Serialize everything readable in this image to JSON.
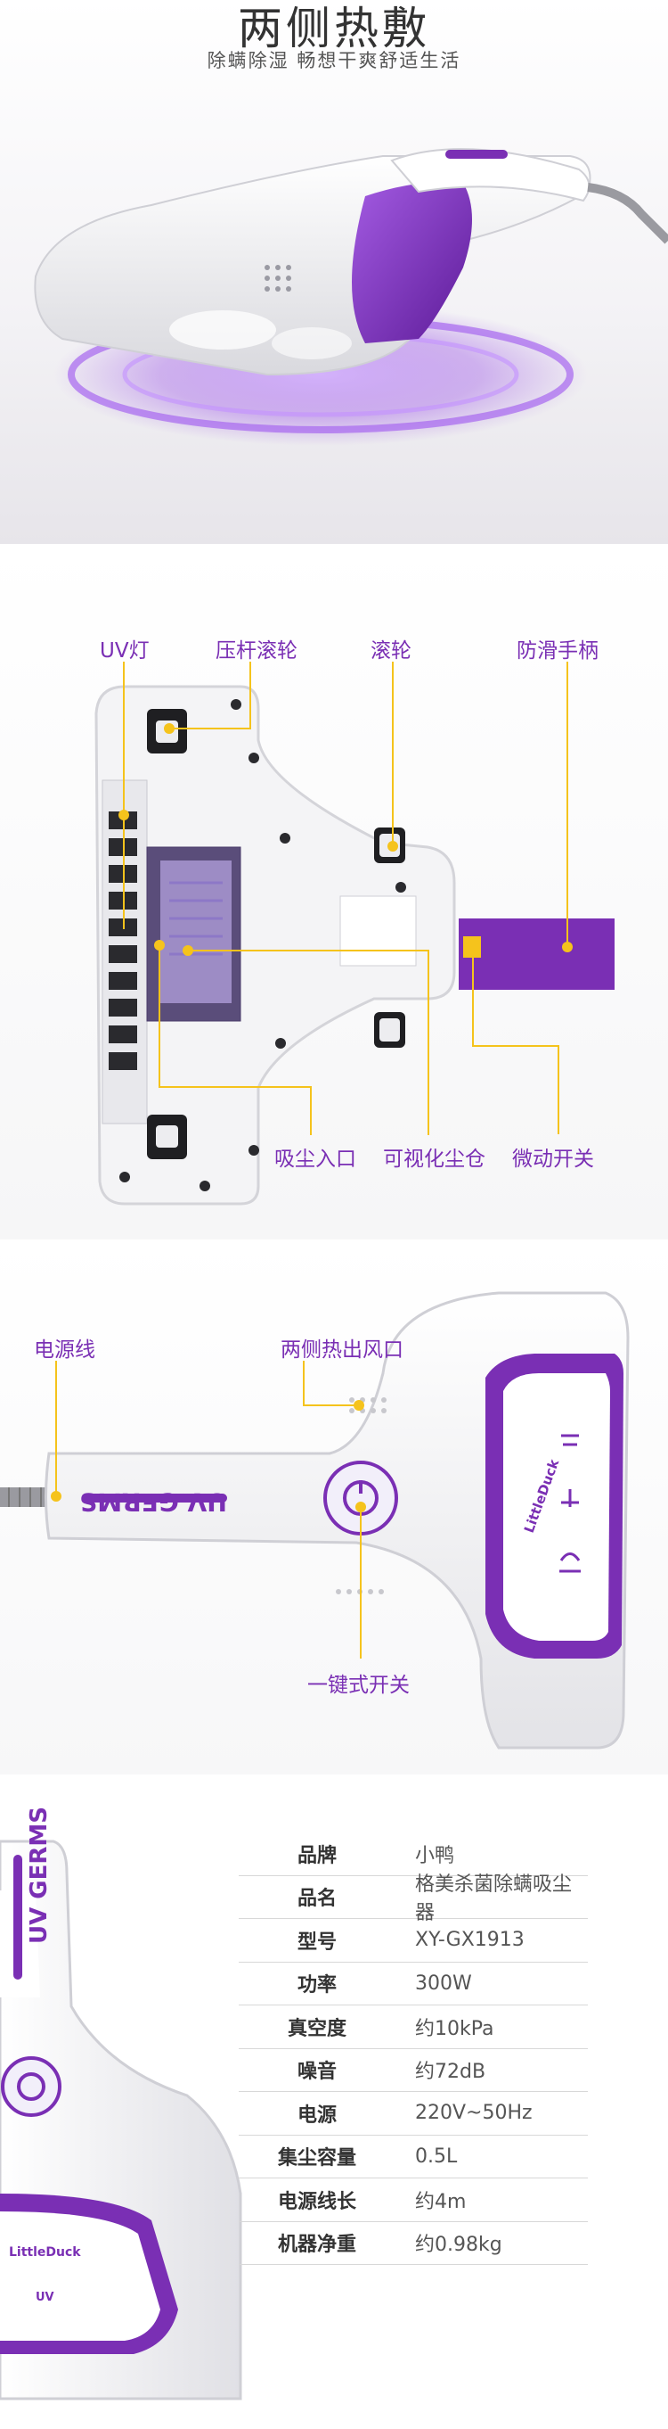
{
  "hero": {
    "title": "两侧热敷",
    "subtitle": "除螨除湿  畅想干爽舒适生活"
  },
  "bottom_view": {
    "callouts": [
      "UV灯",
      "压杆滚轮",
      "滚轮",
      "防滑手柄",
      "吸尘入口",
      "可视化尘仓",
      "微动开关"
    ]
  },
  "side_view": {
    "callouts": [
      "电源线",
      "两侧热出风口",
      "一键式开关"
    ],
    "product_text": "UV GERMS",
    "brand_text": "LittleDuck"
  },
  "specs": {
    "rows": [
      {
        "label": "品牌",
        "value": "小鸭"
      },
      {
        "label": "品名",
        "value": "格美杀菌除螨吸尘器"
      },
      {
        "label": "型号",
        "value": "XY-GX1913"
      },
      {
        "label": "功率",
        "value": "300W"
      },
      {
        "label": "真空度",
        "value": "约10kPa"
      },
      {
        "label": "噪音",
        "value": "约72dB"
      },
      {
        "label": "电源",
        "value": "220V~50Hz"
      },
      {
        "label": "集尘容量",
        "value": "0.5L"
      },
      {
        "label": "电源线长",
        "value": "约4m"
      },
      {
        "label": "机器净重",
        "value": "约0.98kg"
      }
    ]
  },
  "colors": {
    "accent_purple": "#7a2fb4",
    "callout_yellow": "#f5c31c"
  }
}
